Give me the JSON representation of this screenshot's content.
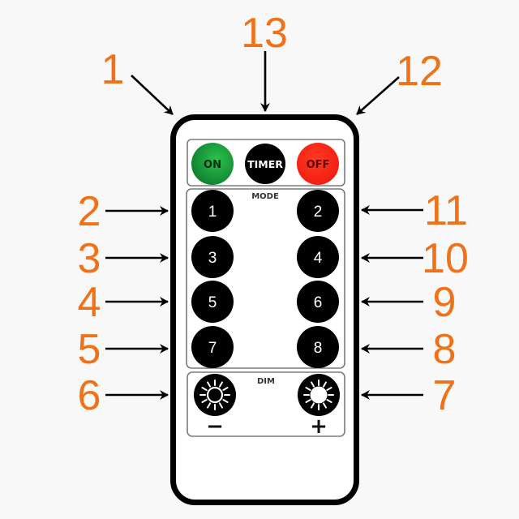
{
  "callouts": {
    "top": [
      "1",
      "13",
      "12"
    ],
    "left": [
      "2",
      "3",
      "4",
      "5",
      "6"
    ],
    "right": [
      "11",
      "10",
      "9",
      "8",
      "7"
    ]
  },
  "remote": {
    "power_panel": {
      "on_label": "ON",
      "timer_label": "TIMER",
      "off_label": "OFF"
    },
    "mode_panel": {
      "title": "MODE",
      "buttons": [
        "1",
        "2",
        "3",
        "4",
        "5",
        "6",
        "7",
        "8"
      ]
    },
    "dim_panel": {
      "title": "DIM",
      "minus_label": "−",
      "plus_label": "+",
      "minus_icon": "sun-outline-icon",
      "plus_icon": "sun-filled-icon"
    }
  },
  "colors": {
    "callout": "#f07218",
    "on_button": "#1a9a3a",
    "off_button": "#ff2a1a",
    "timer_button": "#000000",
    "remote_outline": "#000000"
  }
}
